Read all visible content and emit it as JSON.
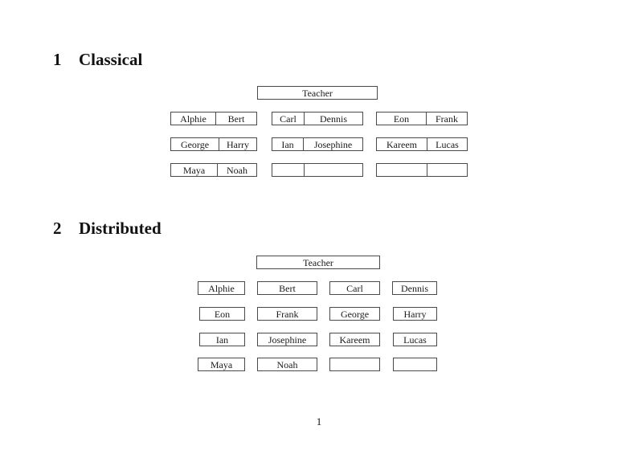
{
  "page_number": "1",
  "classical": {
    "number": "1",
    "title": "Classical",
    "teacher": "Teacher",
    "desks": [
      [
        "Alphie",
        "Bert"
      ],
      [
        "Carl",
        "Dennis"
      ],
      [
        "Eon",
        "Frank"
      ],
      [
        "George",
        "Harry"
      ],
      [
        "Ian",
        "Josephine"
      ],
      [
        "Kareem",
        "Lucas"
      ],
      [
        "Maya",
        "Noah"
      ],
      [
        "",
        ""
      ],
      [
        "",
        ""
      ]
    ]
  },
  "distributed": {
    "number": "2",
    "title": "Distributed",
    "teacher": "Teacher",
    "desks": [
      "Alphie",
      "Bert",
      "Carl",
      "Dennis",
      "Eon",
      "Frank",
      "George",
      "Harry",
      "Ian",
      "Josephine",
      "Kareem",
      "Lucas",
      "Maya",
      "Noah",
      "",
      ""
    ]
  }
}
